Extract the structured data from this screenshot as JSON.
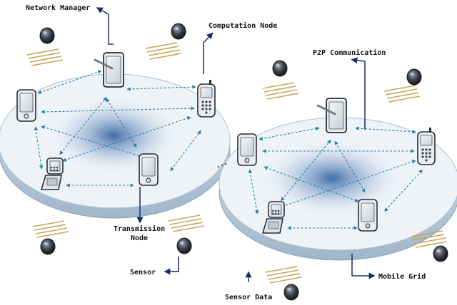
{
  "labels": {
    "network_manager": "Network Manager",
    "computation_node": "Computation Node",
    "p2p_communication": "P2P Communication",
    "transmission_node_line1": "Transmission",
    "transmission_node_line2": "Node",
    "sensor": "Sensor",
    "sensor_data": "Sensor Data",
    "mobile_grid": "Mobile Grid"
  },
  "colors": {
    "disc_top": "#eef3f8",
    "disc_edge": "#b9cad9",
    "halo": "#2d5e9e",
    "link": "#2a7fa6",
    "pointer": "#1c2a6b",
    "sensor_body": "#3a4048",
    "wave": "#c8a257"
  },
  "icons": {
    "device": "mobile-device-icon",
    "sensor": "sensor-node-icon",
    "waves": "signal-waves-icon"
  }
}
